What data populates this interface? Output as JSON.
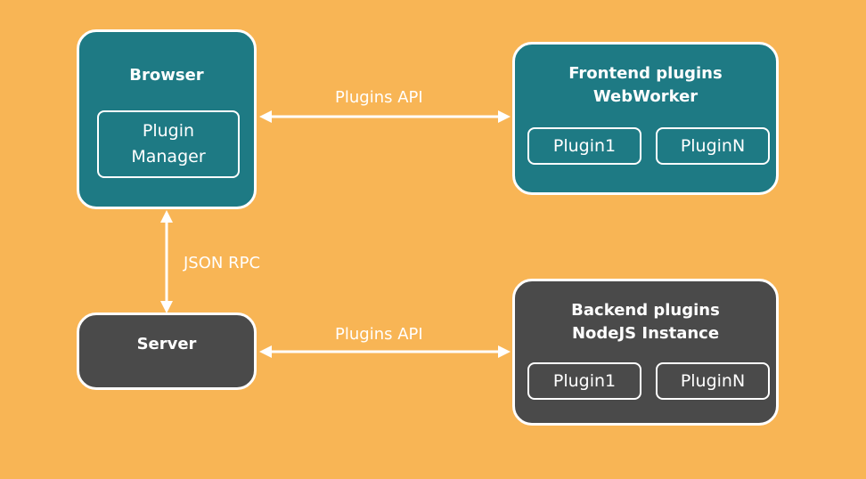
{
  "colors": {
    "background": "#f8b555",
    "frontend": "#1e7a84",
    "backend": "#4a4a4a",
    "stroke": "#ffffff"
  },
  "browser": {
    "title": "Browser",
    "plugin_manager": "Plugin\nManager"
  },
  "server": {
    "title": "Server"
  },
  "frontend": {
    "title": "Frontend plugins\nWebWorker",
    "plugins": [
      "Plugin1",
      "PluginN"
    ]
  },
  "backend": {
    "title": "Backend plugins\nNodeJS Instance",
    "plugins": [
      "Plugin1",
      "PluginN"
    ]
  },
  "connections": {
    "top_api": "Plugins API",
    "rpc": "JSON RPC",
    "bottom_api": "Plugins API"
  }
}
